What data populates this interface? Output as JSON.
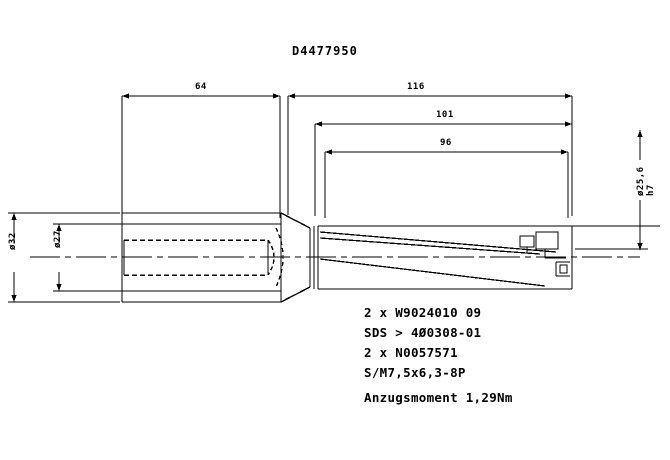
{
  "drawing": {
    "title": "D4477950",
    "kind": "indexable-insert-drill-technical-drawing"
  },
  "dimensions": {
    "shank_length": "64",
    "body_length": "116",
    "flute_length": "101",
    "usable_length": "96",
    "shank_diameter": "ø32",
    "inner_diameter": "ø27",
    "body_diameter": "ø25,6 h7"
  },
  "notes": {
    "line1": "2 x W9024010 09",
    "line2": "SDS > 4Ø0308-01",
    "line3": "2 x N0057571",
    "line4": "S/M7,5x6,3-8P",
    "line5": "Anzugsmoment 1,29Nm"
  },
  "colors": {
    "line": "#000000",
    "background": "#ffffff"
  }
}
